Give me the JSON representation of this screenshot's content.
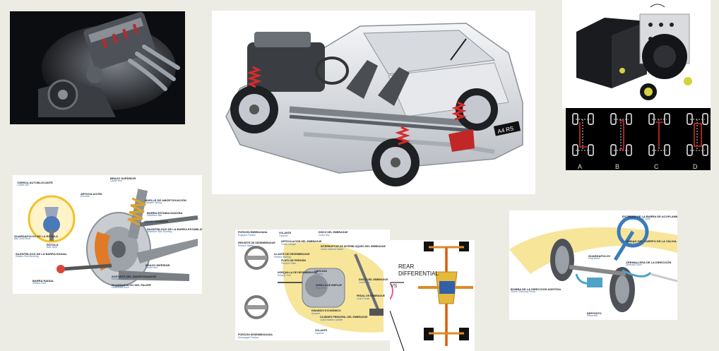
{
  "suspension_labels": [
    {
      "es": "TUERCA AUTOBLOCANTE",
      "en": "Castle Nut"
    },
    {
      "es": "ARTICULACIÓN",
      "en": "Knuckle"
    },
    {
      "es": "BRAZO SUPERIOR",
      "en": "Upper Arm"
    },
    {
      "es": "MUELLE DE AMORTIGUACIÓN",
      "en": "Damper Spring"
    },
    {
      "es": "BARRA ESTABILIZADORA",
      "en": "Stabiliser Bar"
    },
    {
      "es": "AMORTIGUADOR",
      "en": "Damper"
    },
    {
      "es": "SILENTBLOCK DE LA BARRA ESTABILIZADORA",
      "en": "Stabiliser Bar Bushing"
    },
    {
      "es": "GUARDAPOLVO DE LA RÓTULA",
      "en": "Ball Joint Boot"
    },
    {
      "es": "RÓTULA",
      "en": "Ball Joint"
    },
    {
      "es": "SILENTBLOCK DE LA BARRA RADIAL",
      "en": "Radius Rod Bushing"
    },
    {
      "es": "BRAZO INFERIOR",
      "en": "Lower Arm"
    },
    {
      "es": "SOPORTE DEL AMORTIGUADOR",
      "en": "Damper Mount"
    },
    {
      "es": "BARRA RADIAL",
      "en": "Radius Rod"
    },
    {
      "es": "GUARDAPOLVO DEL PALIER",
      "en": "Driveshaft Boot"
    }
  ],
  "clutch_labels": [
    {
      "es": "PORCIÓN EMBRAGADA",
      "en": "Engaged Position"
    },
    {
      "es": "RESORTE DE DESEMBRAGUE",
      "en": "Release Spring"
    },
    {
      "es": "VOLANTE",
      "en": "Flywheel"
    },
    {
      "es": "DISCO DEL EMBRAGUE",
      "en": "Clutch Disc"
    },
    {
      "es": "ARTICULACIÓN DEL EMBRAGUE",
      "en": "Clutch Linkage"
    },
    {
      "es": "ILLANTE DE DESEMBRAGUE",
      "en": "Release Bearing"
    },
    {
      "es": "INTERRUPTOR DE INTERBLOQUEO DEL EMBRAGUE",
      "en": "Clutch Interlock Switch"
    },
    {
      "es": "PLATO DE PRESIÓN",
      "en": "Pressure Plate"
    },
    {
      "es": "HORQUILLA DE DESEMBRAGUE",
      "en": "Release Fork"
    },
    {
      "es": "CARCASA",
      "en": "Housing"
    },
    {
      "es": "VARILLA DE EMPUJE",
      "en": "Push Rod"
    },
    {
      "es": "DISCO DEL EMBRAGUE",
      "en": "Clutch Disc"
    },
    {
      "es": "DINAMICO ECONÓMICO",
      "en": "Dynamic"
    },
    {
      "es": "CILINDRO PRINCIPAL DEL EMBRAGUE",
      "en": "Clutch Master Cylinder"
    },
    {
      "es": "PEDAL DE EMBRAGUE",
      "en": "Clutch Pedal"
    },
    {
      "es": "VOLANTE",
      "en": "Flywheel"
    },
    {
      "es": "PORCIÓN DESEMBRAGADA",
      "en": "Disengaged Position"
    }
  ],
  "differential": {
    "label_line1": "REAR",
    "label_line2": "DIFFERENTIAL",
    "mark": "VS"
  },
  "abs_labels": [
    "A",
    "B",
    "C",
    "D"
  ],
  "steering_labels": [
    {
      "es": "EXTREMO DE LA BARRA DE ACOPLAMIENTO A LA RÓTULA",
      "en": "Tie Rod End to Ball Joint"
    },
    {
      "es": "GUARDAPOLVO",
      "en": "Dust Boot"
    },
    {
      "es": "UNIDAD DEL CUERPO DE LA VÁLVULA",
      "en": "Valve Body Unit"
    },
    {
      "es": "CREMALLERA DE LA DIRECCIÓN",
      "en": "Steering Rack"
    },
    {
      "es": "BOMBA DE LA DIRECCIÓN ASISTIDA",
      "en": "Power Steering Pump"
    },
    {
      "es": "DEPÓSITO",
      "en": "Reservoir"
    }
  ],
  "car": {
    "plate": "A4 RS"
  },
  "colors": {
    "background": "#edece4",
    "accent": "#d62b2b",
    "yellow": "#f2dd4a",
    "pink": "#e06090"
  }
}
